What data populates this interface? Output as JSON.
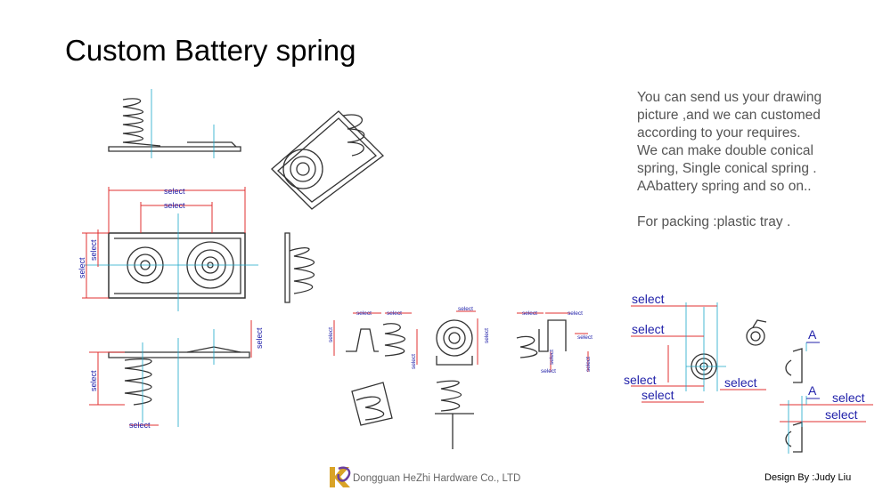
{
  "title": "Custom Battery spring",
  "description": {
    "lines": [
      "You can send us your drawing",
      "picture ,and we can customed",
      "according to your requires.",
      "We can make double conical",
      "spring, Single conical spring .",
      "AAbattery spring and so on.."
    ],
    "packing": "For packing :plastic tray ."
  },
  "dimension_label": "select",
  "section_marker": "A",
  "footer": {
    "company": "Dongguan HeZhi Hardware Co., LTD",
    "design_by": "Design By :Judy Liu"
  },
  "colors": {
    "dimension_lines": "#e23030",
    "center_lines": "#1aa7c9",
    "label_text": "#2222aa",
    "description_text": "#555555"
  }
}
